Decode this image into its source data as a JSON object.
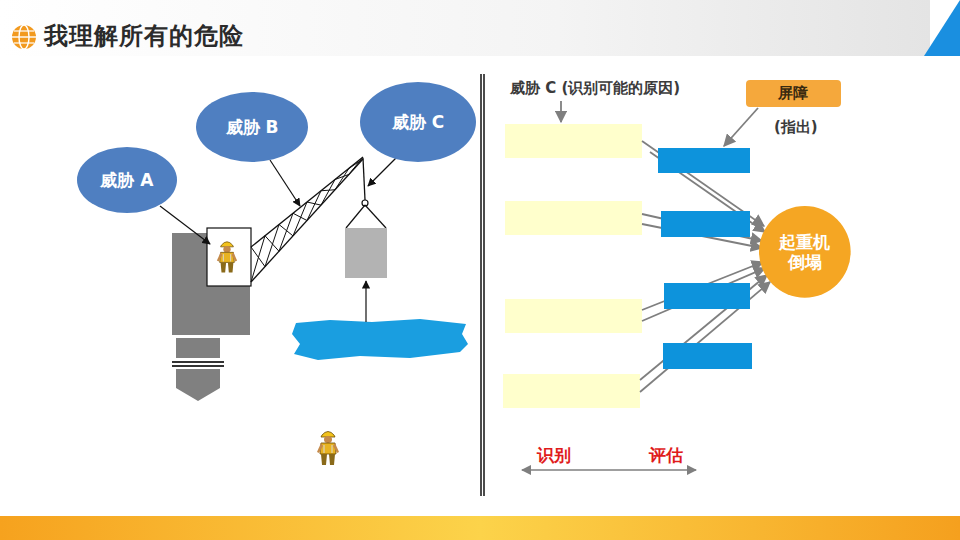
{
  "diagram": {
    "title": "我理解所有的危险",
    "nodes": [
      {
        "text": [
          "威胁 A"
        ]
      },
      {
        "text": [
          "威胁 B"
        ]
      },
      {
        "text": [
          "威胁 C"
        ]
      },
      {
        "text": [
          "屏障"
        ]
      },
      {
        "text": [
          "起重机 倒塌"
        ]
      }
    ],
    "labels": [
      "威胁 C (识别可能的原因)",
      "(指出)",
      "识别",
      "评估"
    ]
  }
}
